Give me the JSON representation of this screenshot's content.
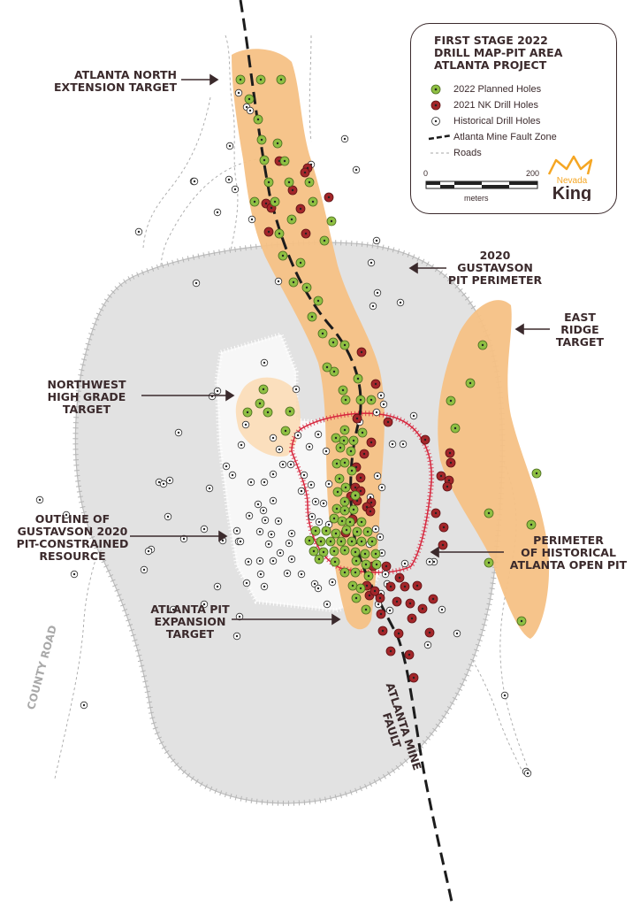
{
  "legend": {
    "title": [
      "FIRST STAGE 2022",
      "DRILL MAP-PIT AREA",
      "ATLANTA PROJECT"
    ],
    "items": [
      {
        "label": "2022 Planned Holes",
        "symbol": "planned-hole"
      },
      {
        "label": "2021 NK Drill Holes",
        "symbol": "nk-hole"
      },
      {
        "label": "Historical Drill Holes",
        "symbol": "historical-hole"
      },
      {
        "label": "Atlanta Mine Fault Zone",
        "symbol": "fault-line"
      },
      {
        "label": "Roads",
        "symbol": "road-line"
      }
    ],
    "scale": {
      "start": "0",
      "end": "200",
      "unit": "meters"
    },
    "logo_text": [
      "Nevada",
      "King"
    ]
  },
  "labels": {
    "north_target": [
      "ATLANTA NORTH",
      "EXTENSION TARGET"
    ],
    "gustavson_pit": [
      "2020",
      "GUSTAVSON",
      "PIT PERIMETER"
    ],
    "east_ridge": [
      "EAST",
      "RIDGE",
      "TARGET"
    ],
    "northwest": [
      "NORTHWEST",
      "HIGH GRADE",
      "TARGET"
    ],
    "outline": [
      "OUTLINE OF",
      "GUSTAVSON 2020",
      "PIT-CONSTRAINED",
      "RESOURCE"
    ],
    "historical_pit": [
      "PERIMETER",
      "OF HISTORICAL",
      "ATLANTA OPEN PIT"
    ],
    "expansion": [
      "ATLANTA PIT",
      "EXPANSION",
      "TARGET"
    ],
    "county_road": "COUNTY ROAD",
    "fault": [
      "ATLANTA MINE",
      "FAULT"
    ]
  },
  "colors": {
    "planned": "#8fc043",
    "nk": "#a3262a",
    "historical": "#ffffff",
    "target_zone": "#f5c185",
    "pit_perimeter": "#e2e2e2",
    "resource_outline": "#f6f6f6",
    "open_pit": "#d7263d",
    "text": "#3b2a2c",
    "logo": "#f5a623"
  },
  "holes": {
    "planned": [
      [
        272,
        90
      ],
      [
        295,
        90
      ],
      [
        318,
        90
      ],
      [
        282,
        112
      ],
      [
        292,
        135
      ],
      [
        296,
        158
      ],
      [
        314,
        162
      ],
      [
        299,
        181
      ],
      [
        322,
        182
      ],
      [
        327,
        206
      ],
      [
        304,
        206
      ],
      [
        350,
        206
      ],
      [
        288,
        228
      ],
      [
        311,
        228
      ],
      [
        354,
        228
      ],
      [
        330,
        248
      ],
      [
        316,
        264
      ],
      [
        375,
        250
      ],
      [
        367,
        272
      ],
      [
        320,
        289
      ],
      [
        340,
        297
      ],
      [
        332,
        319
      ],
      [
        347,
        325
      ],
      [
        360,
        340
      ],
      [
        353,
        358
      ],
      [
        365,
        377
      ],
      [
        377,
        387
      ],
      [
        390,
        390
      ],
      [
        378,
        420
      ],
      [
        370,
        415
      ],
      [
        388,
        441
      ],
      [
        405,
        428
      ],
      [
        391,
        452
      ],
      [
        408,
        452
      ],
      [
        420,
        452
      ],
      [
        298,
        440
      ],
      [
        294,
        456
      ],
      [
        280,
        466
      ],
      [
        303,
        466
      ],
      [
        328,
        465
      ],
      [
        323,
        487
      ],
      [
        390,
        486
      ],
      [
        380,
        495
      ],
      [
        389,
        498
      ],
      [
        400,
        498
      ],
      [
        410,
        489
      ],
      [
        385,
        506
      ],
      [
        397,
        510
      ],
      [
        381,
        524
      ],
      [
        390,
        523
      ],
      [
        398,
        532
      ],
      [
        384,
        541
      ],
      [
        391,
        551
      ],
      [
        382,
        556
      ],
      [
        402,
        560
      ],
      [
        390,
        567
      ],
      [
        381,
        575
      ],
      [
        390,
        577
      ],
      [
        400,
        576
      ],
      [
        378,
        586
      ],
      [
        387,
        589
      ],
      [
        396,
        590
      ],
      [
        409,
        590
      ],
      [
        357,
        600
      ],
      [
        369,
        600
      ],
      [
        380,
        603
      ],
      [
        392,
        599
      ],
      [
        404,
        601
      ],
      [
        416,
        601
      ],
      [
        350,
        611
      ],
      [
        363,
        612
      ],
      [
        374,
        612
      ],
      [
        386,
        612
      ],
      [
        398,
        612
      ],
      [
        409,
        612
      ],
      [
        421,
        612
      ],
      [
        355,
        623
      ],
      [
        366,
        624
      ],
      [
        378,
        623
      ],
      [
        390,
        622
      ],
      [
        402,
        624
      ],
      [
        413,
        626
      ],
      [
        425,
        626
      ],
      [
        361,
        632
      ],
      [
        379,
        635
      ],
      [
        403,
        634
      ],
      [
        414,
        638
      ],
      [
        426,
        638
      ],
      [
        390,
        647
      ],
      [
        402,
        647
      ],
      [
        417,
        651
      ],
      [
        399,
        662
      ],
      [
        408,
        665
      ],
      [
        403,
        676
      ],
      [
        414,
        689
      ],
      [
        546,
        390
      ],
      [
        532,
        433
      ],
      [
        510,
        453
      ],
      [
        515,
        484
      ],
      [
        607,
        535
      ],
      [
        553,
        580
      ],
      [
        601,
        593
      ],
      [
        553,
        636
      ],
      [
        590,
        702
      ]
    ],
    "nk": [
      [
        304,
        262
      ],
      [
        316,
        182
      ],
      [
        348,
        190
      ],
      [
        345,
        195
      ],
      [
        331,
        215
      ],
      [
        301,
        230
      ],
      [
        307,
        235
      ],
      [
        372,
        223
      ],
      [
        340,
        236
      ],
      [
        346,
        264
      ],
      [
        409,
        398
      ],
      [
        425,
        434
      ],
      [
        404,
        473
      ],
      [
        420,
        500
      ],
      [
        439,
        477
      ],
      [
        412,
        513
      ],
      [
        403,
        528
      ],
      [
        408,
        540
      ],
      [
        402,
        551
      ],
      [
        408,
        555
      ],
      [
        397,
        561
      ],
      [
        404,
        566
      ],
      [
        420,
        568
      ],
      [
        415,
        573
      ],
      [
        419,
        578
      ],
      [
        391,
        602
      ],
      [
        399,
        587
      ],
      [
        481,
        497
      ],
      [
        509,
        512
      ],
      [
        510,
        523
      ],
      [
        499,
        538
      ],
      [
        508,
        543
      ],
      [
        506,
        550
      ],
      [
        493,
        580
      ],
      [
        502,
        596
      ],
      [
        501,
        616
      ],
      [
        422,
        640
      ],
      [
        437,
        640
      ],
      [
        452,
        653
      ],
      [
        415,
        662
      ],
      [
        418,
        673
      ],
      [
        424,
        668
      ],
      [
        430,
        676
      ],
      [
        442,
        663
      ],
      [
        458,
        663
      ],
      [
        472,
        662
      ],
      [
        478,
        688
      ],
      [
        464,
        682
      ],
      [
        490,
        677
      ],
      [
        466,
        699
      ],
      [
        451,
        716
      ],
      [
        486,
        715
      ],
      [
        449,
        680
      ],
      [
        431,
        694
      ],
      [
        433,
        713
      ],
      [
        442,
        736
      ],
      [
        463,
        740
      ],
      [
        468,
        766
      ]
    ],
    "historical": [
      [
        270,
        105
      ],
      [
        279,
        121
      ],
      [
        283,
        125
      ],
      [
        260,
        165
      ],
      [
        219,
        205
      ],
      [
        220,
        205
      ],
      [
        266,
        214
      ],
      [
        259,
        203
      ],
      [
        157,
        262
      ],
      [
        246,
        240
      ],
      [
        285,
        248
      ],
      [
        403,
        192
      ],
      [
        426,
        272
      ],
      [
        420,
        297
      ],
      [
        427,
        331
      ],
      [
        422,
        346
      ],
      [
        453,
        342
      ],
      [
        352,
        186
      ],
      [
        390,
        157
      ],
      [
        222,
        320
      ],
      [
        315,
        318
      ],
      [
        299,
        410
      ],
      [
        240,
        448
      ],
      [
        278,
        480
      ],
      [
        246,
        442
      ],
      [
        335,
        440
      ],
      [
        337,
        492
      ],
      [
        309,
        495
      ],
      [
        316,
        508
      ],
      [
        273,
        503
      ],
      [
        360,
        491
      ],
      [
        350,
        505
      ],
      [
        369,
        510
      ],
      [
        329,
        525
      ],
      [
        344,
        537
      ],
      [
        352,
        548
      ],
      [
        341,
        555
      ],
      [
        357,
        567
      ],
      [
        372,
        547
      ],
      [
        366,
        569
      ],
      [
        353,
        584
      ],
      [
        361,
        590
      ],
      [
        372,
        593
      ],
      [
        256,
        527
      ],
      [
        263,
        537
      ],
      [
        284,
        545
      ],
      [
        299,
        545
      ],
      [
        309,
        536
      ],
      [
        320,
        525
      ],
      [
        180,
        545
      ],
      [
        185,
        547
      ],
      [
        192,
        543
      ],
      [
        237,
        552
      ],
      [
        292,
        570
      ],
      [
        298,
        577
      ],
      [
        309,
        566
      ],
      [
        300,
        588
      ],
      [
        315,
        589
      ],
      [
        330,
        603
      ],
      [
        282,
        583
      ],
      [
        294,
        601
      ],
      [
        304,
        615
      ],
      [
        307,
        604
      ],
      [
        327,
        614
      ],
      [
        317,
        625
      ],
      [
        330,
        632
      ],
      [
        309,
        634
      ],
      [
        294,
        634
      ],
      [
        295,
        649
      ],
      [
        281,
        635
      ],
      [
        341,
        649
      ],
      [
        325,
        648
      ],
      [
        299,
        663
      ],
      [
        279,
        659
      ],
      [
        246,
        663
      ],
      [
        231,
        683
      ],
      [
        271,
        697
      ],
      [
        268,
        719
      ],
      [
        208,
        609
      ],
      [
        202,
        489
      ],
      [
        190,
        584
      ],
      [
        171,
        621
      ],
      [
        168,
        623
      ],
      [
        163,
        644
      ],
      [
        84,
        649
      ],
      [
        45,
        565
      ],
      [
        75,
        582
      ],
      [
        196,
        689
      ],
      [
        252,
        611
      ],
      [
        270,
        612
      ],
      [
        356,
        660
      ],
      [
        360,
        665
      ],
      [
        370,
        683
      ],
      [
        376,
        658
      ],
      [
        427,
        538
      ],
      [
        432,
        551
      ],
      [
        419,
        562
      ],
      [
        425,
        598
      ],
      [
        418,
        615
      ],
      [
        430,
        607
      ],
      [
        432,
        625
      ],
      [
        436,
        649
      ],
      [
        438,
        660
      ],
      [
        431,
        671
      ],
      [
        428,
        683
      ],
      [
        441,
        690
      ],
      [
        458,
        637
      ],
      [
        491,
        635
      ],
      [
        431,
        447
      ],
      [
        434,
        457
      ],
      [
        426,
        466
      ],
      [
        444,
        502
      ],
      [
        456,
        502
      ],
      [
        468,
        470
      ],
      [
        500,
        689
      ],
      [
        517,
        716
      ],
      [
        484,
        729
      ],
      [
        486,
        635
      ],
      [
        407,
        477
      ],
      [
        95,
        797
      ],
      [
        571,
        786
      ],
      [
        595,
        872
      ],
      [
        597,
        874
      ],
      [
        268,
        600
      ],
      [
        231,
        598
      ],
      [
        272,
        612
      ]
    ]
  }
}
